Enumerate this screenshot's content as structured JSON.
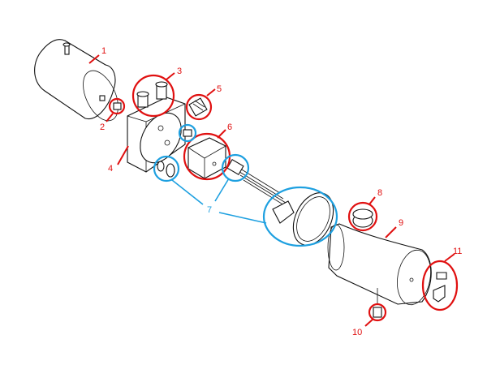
{
  "diagram": {
    "title": "Hydraulic power unit exploded view",
    "labels": [
      "1",
      "2",
      "3",
      "4",
      "5",
      "6",
      "7",
      "8",
      "9",
      "10",
      "11"
    ],
    "colors": {
      "highlight_red": "#e01010",
      "highlight_blue": "#1ea0e0"
    }
  }
}
